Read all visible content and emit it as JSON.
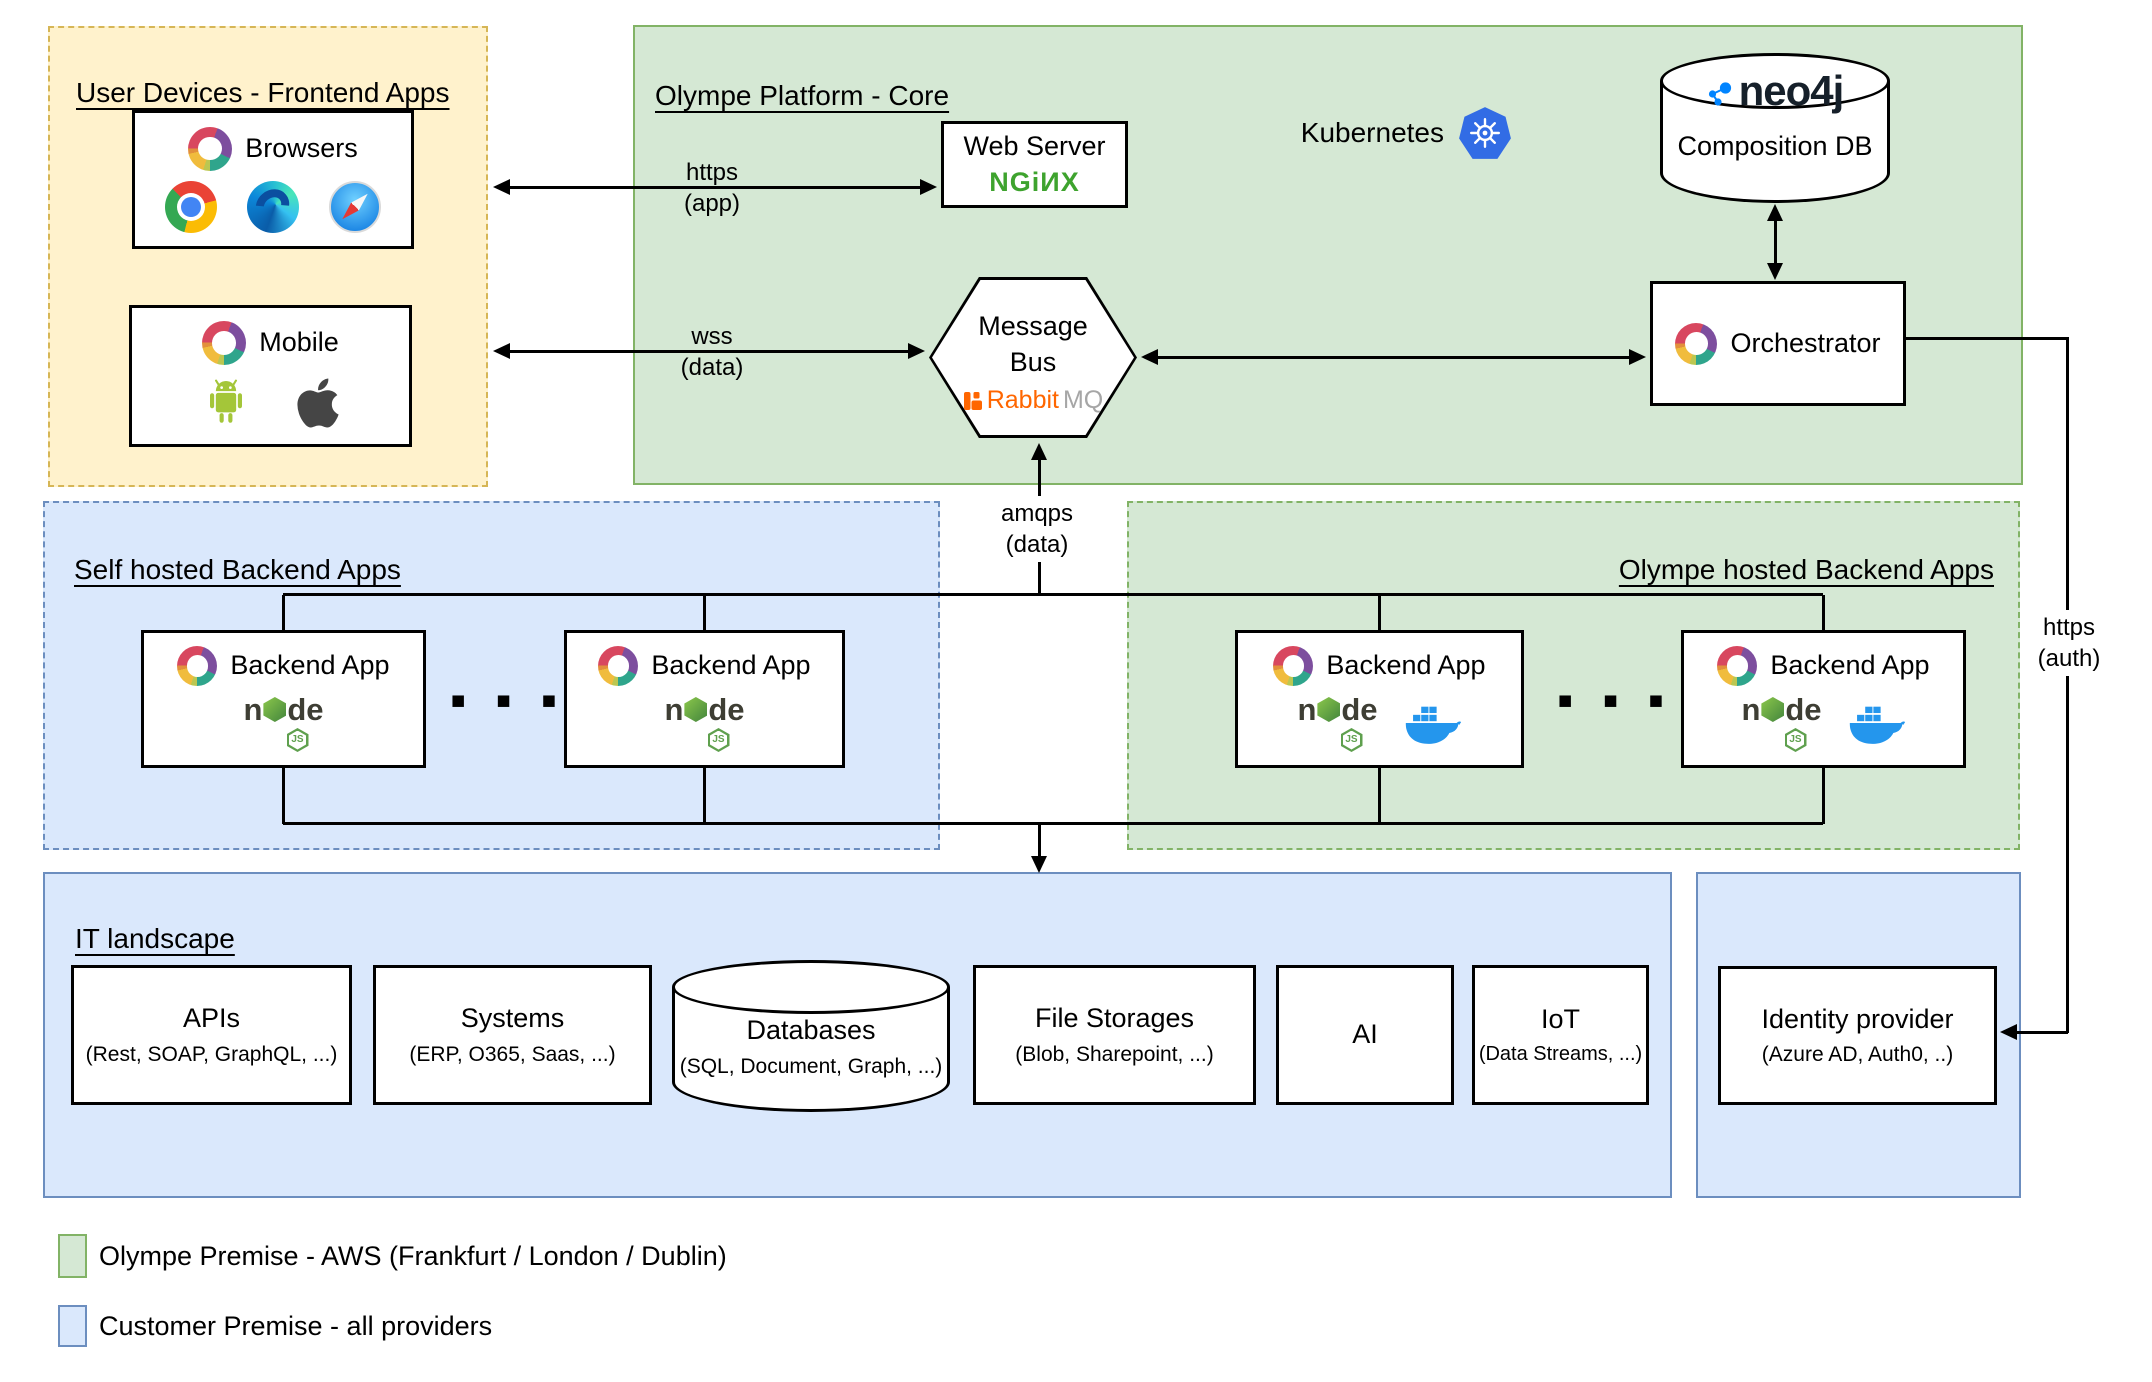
{
  "containers": {
    "user_devices": {
      "title": "User Devices - Frontend Apps"
    },
    "platform_core": {
      "title": "Olympe Platform - Core"
    },
    "self_hosted": {
      "title": "Self hosted Backend Apps"
    },
    "olympe_hosted": {
      "title": "Olympe hosted Backend Apps"
    },
    "it_landscape": {
      "title": "IT landscape"
    }
  },
  "nodes": {
    "browsers": {
      "label": "Browsers",
      "icons": [
        "olympe-logo",
        "chrome",
        "edge",
        "safari"
      ]
    },
    "mobile": {
      "label": "Mobile",
      "icons": [
        "olympe-logo",
        "android",
        "apple"
      ]
    },
    "web_server": {
      "label": "Web Server",
      "vendor": "NGiИX"
    },
    "kubernetes": {
      "label": "Kubernetes"
    },
    "composition_db": {
      "vendor": "neo4j",
      "label": "Composition DB"
    },
    "orchestrator": {
      "label": "Orchestrator"
    },
    "message_bus": {
      "label_line1": "Message",
      "label_line2": "Bus",
      "vendor_rabbit": "Rabbit",
      "vendor_mq": "MQ"
    },
    "backend_app": {
      "label": "Backend App",
      "node_prefix": "n",
      "node_suffix": "de",
      "js_badge": "JS"
    },
    "ellipsis": {
      "label": "■ ■ ■"
    },
    "apis": {
      "label": "APIs",
      "sublabel": "(Rest, SOAP, GraphQL, ...)"
    },
    "systems": {
      "label": "Systems",
      "sublabel": "(ERP, O365, Saas, ...)"
    },
    "databases": {
      "label": "Databases",
      "sublabel": "(SQL, Document, Graph, ...)"
    },
    "file_storages": {
      "label": "File Storages",
      "sublabel": "(Blob, Sharepoint, ...)"
    },
    "ai": {
      "label": "AI"
    },
    "iot": {
      "label": "IoT",
      "sublabel": "(Data Streams, ...)"
    },
    "identity_provider": {
      "label": "Identity provider",
      "sublabel": "(Azure AD, Auth0, ..)"
    }
  },
  "edges": {
    "https_app": {
      "protocol": "https",
      "qualifier": "(app)"
    },
    "wss_data": {
      "protocol": "wss",
      "qualifier": "(data)"
    },
    "amqps_data": {
      "protocol": "amqps",
      "qualifier": "(data)"
    },
    "https_auth": {
      "protocol": "https",
      "qualifier": "(auth)"
    }
  },
  "legend": {
    "items": [
      {
        "label": "Olympe Premise - AWS (Frankfurt / London / Dublin)",
        "fill": "#D5E8D4",
        "stroke": "#82B366"
      },
      {
        "label": "Customer Premise - all providers",
        "fill": "#DAE8FC",
        "stroke": "#6C8EBF"
      }
    ]
  },
  "icons": {
    "olympe_logo": "multicolor-donut-ring",
    "chrome": "chrome-browser",
    "edge": "edge-browser",
    "safari": "safari-browser",
    "android": "android-robot",
    "apple": "apple-logo",
    "nginx": "nginx-wordmark",
    "rabbitmq": "rabbitmq-logo",
    "kubernetes": "kubernetes-helm-wheel",
    "neo4j": "neo4j-graph-logo",
    "nodejs": "nodejs-wordmark",
    "docker": "docker-whale"
  },
  "colors": {
    "olympe_premise_fill": "#D5E8D4",
    "olympe_premise_stroke": "#82B366",
    "customer_premise_fill": "#DAE8FC",
    "customer_premise_stroke": "#6C8EBF",
    "frontend_fill": "#FFF2CC",
    "frontend_stroke": "#D6B656",
    "nginx_green": "#3EA32E",
    "rabbit_orange": "#FF6600",
    "kubernetes_blue": "#326CE5",
    "neo4j_blue": "#0184FF",
    "node_green": "#5FA04E",
    "docker_blue": "#2496ED"
  }
}
